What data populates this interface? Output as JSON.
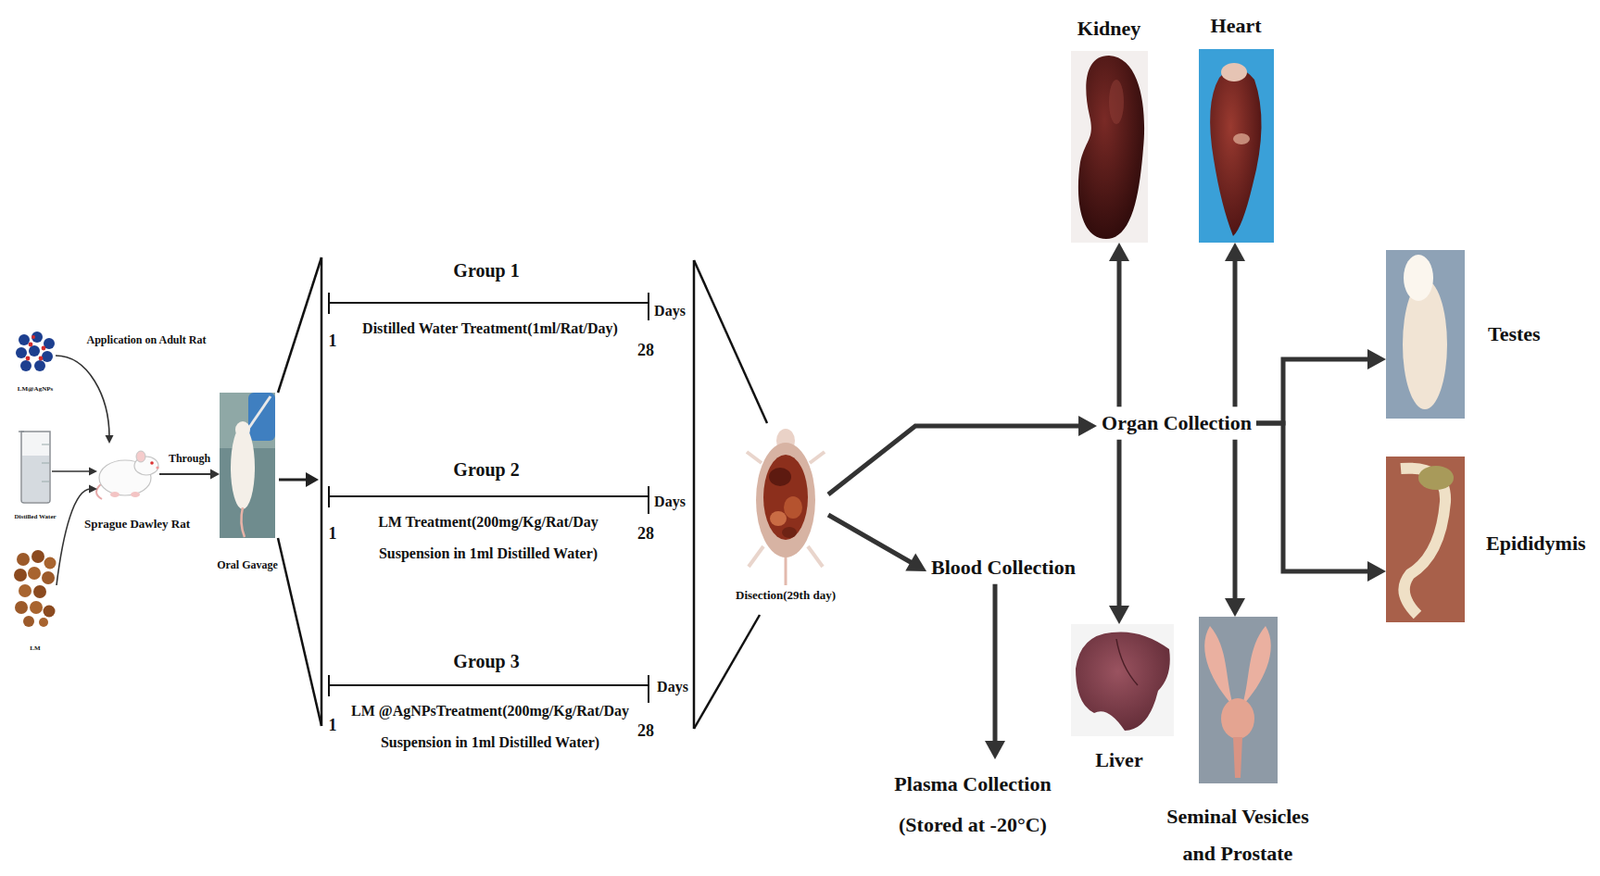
{
  "diagram": {
    "nodes": [
      {
        "text": [
          "LM@AgNPs"
        ]
      },
      {
        "text": [
          "Distilled Water"
        ]
      },
      {
        "text": [
          "LM"
        ]
      },
      {
        "text": [
          "Sprague Dawley Rat"
        ]
      },
      {
        "text": [
          "Oral Gavage"
        ]
      },
      {
        "text": [
          "Disection(29th day)"
        ]
      },
      {
        "text": [
          "Organ Collection"
        ]
      },
      {
        "text": [
          "Blood Collection"
        ]
      },
      {
        "text": [
          "Plasma Collection (Stored at -20°C)"
        ]
      },
      {
        "text": [
          "Kidney"
        ]
      },
      {
        "text": [
          "Heart"
        ]
      },
      {
        "text": [
          "Liver"
        ]
      },
      {
        "text": [
          "Seminal Vesicles and Prostate"
        ]
      },
      {
        "text": [
          "Testes"
        ]
      },
      {
        "text": [
          "Epididymis"
        ]
      }
    ],
    "edges": [
      {
        "from": 0,
        "to": 3,
        "arrow": "to"
      },
      {
        "from": 1,
        "to": 3,
        "arrow": "to"
      },
      {
        "from": 2,
        "to": 3,
        "arrow": "to"
      },
      {
        "from": 3,
        "to": 4,
        "label": "Through",
        "arrow": "to"
      },
      {
        "from": 5,
        "to": 6,
        "arrow": "to"
      },
      {
        "from": 5,
        "to": 7,
        "arrow": "to"
      },
      {
        "from": 7,
        "to": 8,
        "arrow": "to"
      },
      {
        "from": 6,
        "to": 9,
        "arrow": "to"
      },
      {
        "from": 6,
        "to": 10,
        "arrow": "to"
      },
      {
        "from": 6,
        "to": 11,
        "arrow": "to"
      },
      {
        "from": 6,
        "to": 12,
        "arrow": "to"
      },
      {
        "from": 6,
        "to": 13,
        "arrow": "to"
      },
      {
        "from": 6,
        "to": 14,
        "arrow": "to"
      }
    ],
    "labels": [
      "Application on Adult Rat",
      "Group 1",
      "Days",
      "1",
      "28",
      "Distilled Water Treatment(1ml/Rat/Day)",
      "Group 2",
      "Days",
      "1",
      "28",
      "LM Treatment(200mg/Kg/Rat/Day Suspension in 1ml Distilled Water)",
      "Group 3",
      "Days",
      "1",
      "28",
      "LM @AgNPsTreatment(200mg/Kg/Rat/Day Suspension in 1ml Distilled Water)"
    ]
  }
}
